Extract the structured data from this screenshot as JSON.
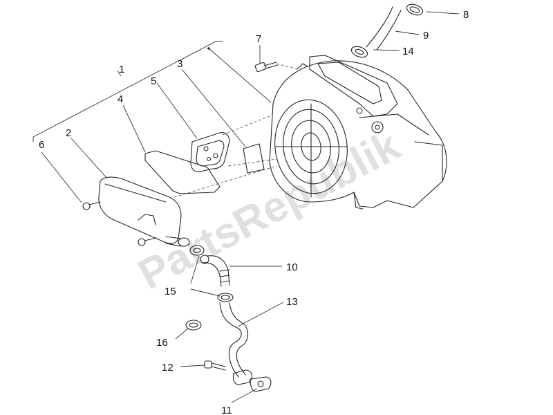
{
  "watermark": "PartsRepublik",
  "labels": [
    {
      "id": "1",
      "text": "1"
    },
    {
      "id": "2",
      "text": "2"
    },
    {
      "id": "3",
      "text": "3"
    },
    {
      "id": "4",
      "text": "4"
    },
    {
      "id": "5",
      "text": "5"
    },
    {
      "id": "6",
      "text": "6"
    },
    {
      "id": "7",
      "text": "7"
    },
    {
      "id": "8",
      "text": "8"
    },
    {
      "id": "9",
      "text": "9"
    },
    {
      "id": "10",
      "text": "10"
    },
    {
      "id": "11",
      "text": "11"
    },
    {
      "id": "12",
      "text": "12"
    },
    {
      "id": "13",
      "text": "13"
    },
    {
      "id": "14",
      "text": "14"
    },
    {
      "id": "15",
      "text": "15"
    },
    {
      "id": "16",
      "text": "16"
    }
  ]
}
